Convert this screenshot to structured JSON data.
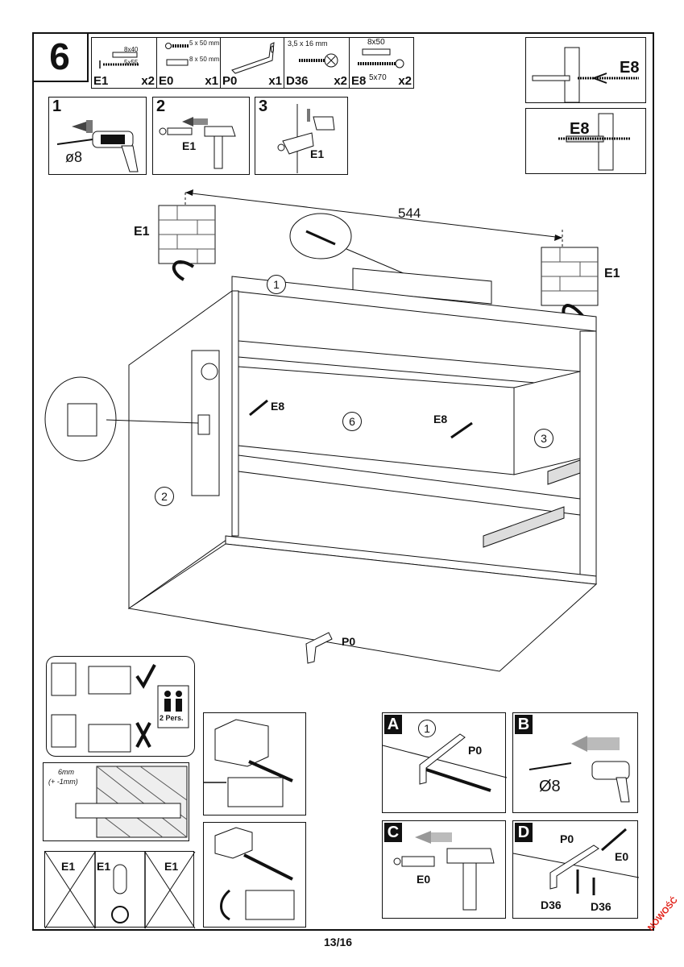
{
  "step": {
    "number": "6"
  },
  "hardware": [
    {
      "code": "E1",
      "qty": "x2",
      "specs": [
        "8x40",
        "5x55"
      ]
    },
    {
      "code": "E0",
      "qty": "x1",
      "specs": [
        "5 x 50 mm",
        "8 x 50 mm"
      ]
    },
    {
      "code": "P0",
      "qty": "x1",
      "specs": []
    },
    {
      "code": "D36",
      "qty": "x2",
      "specs": [
        "3,5 x 16 mm"
      ]
    },
    {
      "code": "E8",
      "qty": "x2",
      "specs": [
        "8x50",
        "5x70"
      ]
    }
  ],
  "substeps": [
    {
      "num": "1",
      "text": "ø8"
    },
    {
      "num": "2",
      "text": "E1"
    },
    {
      "num": "3",
      "text": "E1"
    }
  ],
  "e8_panels": {
    "top_label": "E8",
    "bottom_label": "E8"
  },
  "main": {
    "dimension": "544",
    "e1_left": "E1",
    "e1_right": "E1",
    "e8_left": "E8",
    "e8_right": "E8",
    "p0": "P0",
    "parts": [
      "1",
      "2",
      "3",
      "6"
    ]
  },
  "warnings": {
    "persons": "2 Pers.",
    "depth": "6mm",
    "tolerance": "(+ -1mm)",
    "e1_labels": [
      "E1",
      "E1",
      "E1"
    ]
  },
  "detail_a": {
    "letter": "A",
    "part": "1",
    "label": "P0"
  },
  "detail_b": {
    "letter": "B",
    "label": "Ø8"
  },
  "detail_c": {
    "letter": "C",
    "label": "E0"
  },
  "detail_d": {
    "letter": "D",
    "p0": "P0",
    "e0": "E0",
    "d36a": "D36",
    "d36b": "D36"
  },
  "footer": {
    "page": "13/16",
    "badge": "NOWOŚĆ",
    "badge_color": "#e2231a"
  }
}
